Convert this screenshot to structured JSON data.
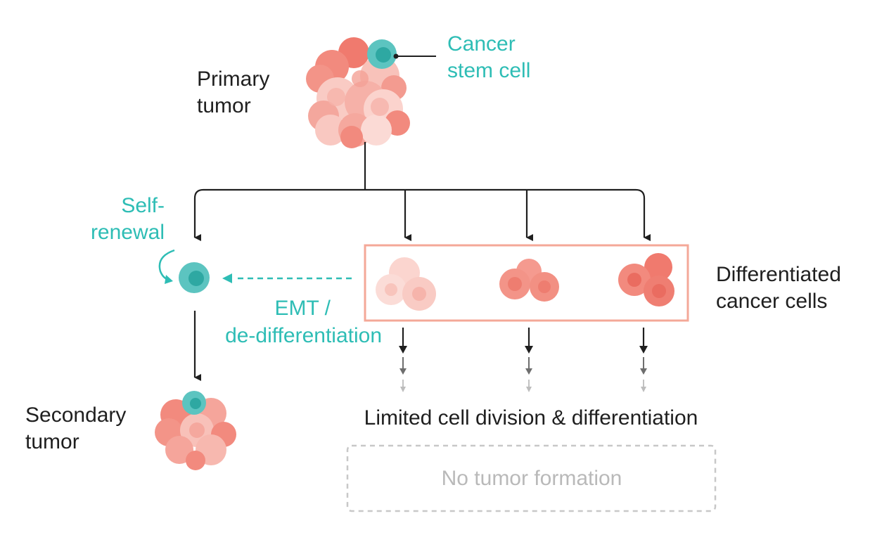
{
  "labels": {
    "cancer_stem_cell_line1": "Cancer",
    "cancer_stem_cell_line2": "stem cell",
    "primary_tumor_line1": "Primary",
    "primary_tumor_line2": "tumor",
    "self_renewal_line1": "Self-",
    "self_renewal_line2": "renewal",
    "emt_line1": "EMT /",
    "emt_line2": "de-differentiation",
    "differentiated_line1": "Differentiated",
    "differentiated_line2": "cancer cells",
    "secondary_tumor_line1": "Secondary",
    "secondary_tumor_line2": "tumor",
    "limited_division": "Limited cell division & differentiation",
    "no_tumor": "No tumor formation"
  },
  "colors": {
    "teal": "#2ebdb5",
    "teal_cell": "#5cc4c0",
    "coral": "#f08a7e",
    "coral_light": "#f8c4bc",
    "box_border": "#f4a898",
    "arrow_dark": "#1f1f1f",
    "dashed_grey": "#c8c8c8"
  },
  "icons": {
    "primary_tumor": "tumor-cell-cluster",
    "stem_cell": "cancer-stem-cell",
    "secondary_tumor": "tumor-cell-cluster",
    "differentiated_clusters": [
      "cell-cluster-light",
      "cell-cluster-medium",
      "cell-cluster-dark"
    ]
  }
}
